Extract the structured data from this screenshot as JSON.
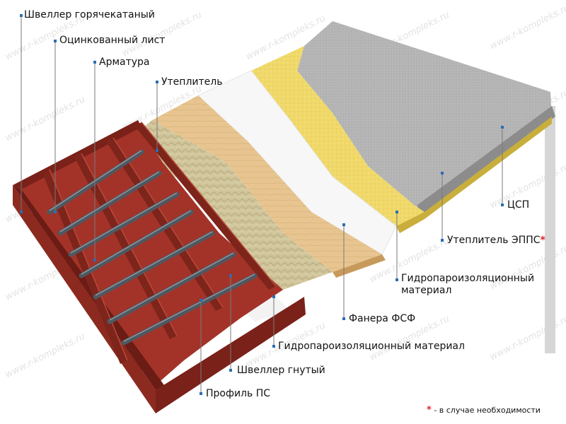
{
  "labels": {
    "hot_rolled_channel": "Швеллер горячекатаный",
    "galvanized_sheet": "Оцинкованный лист",
    "rebar": "Арматура",
    "insulation": "Утеплитель",
    "csp": "ЦСП",
    "xps_insulation": "Утеплитель ЭППС",
    "xps_asterisk": "*",
    "vapor_barrier_right": "Гидропароизоляционный материал",
    "plywood": "Фанера ФСФ",
    "vapor_barrier_bottom": "Гидропароизоляционный материал",
    "bent_channel": "Швеллер гнутый",
    "profile_ps": "Профиль ПС"
  },
  "footnote": {
    "asterisk": "*",
    "text": "- в случае необходимости"
  },
  "watermark": "www.r-kompleks.ru",
  "colors": {
    "steel_red": "#8c2a20",
    "steel_red_dark": "#5e1812",
    "rebar_grey": "#5d6670",
    "mineral_wool": "#cfc49a",
    "plywood": "#e8c590",
    "membrane": "#f7f7f7",
    "xps_yellow": "#f0d96a",
    "csp_grey": "#b3b3b3",
    "leader_blue": "#2a6db5",
    "asterisk_red": "#e0262b"
  }
}
